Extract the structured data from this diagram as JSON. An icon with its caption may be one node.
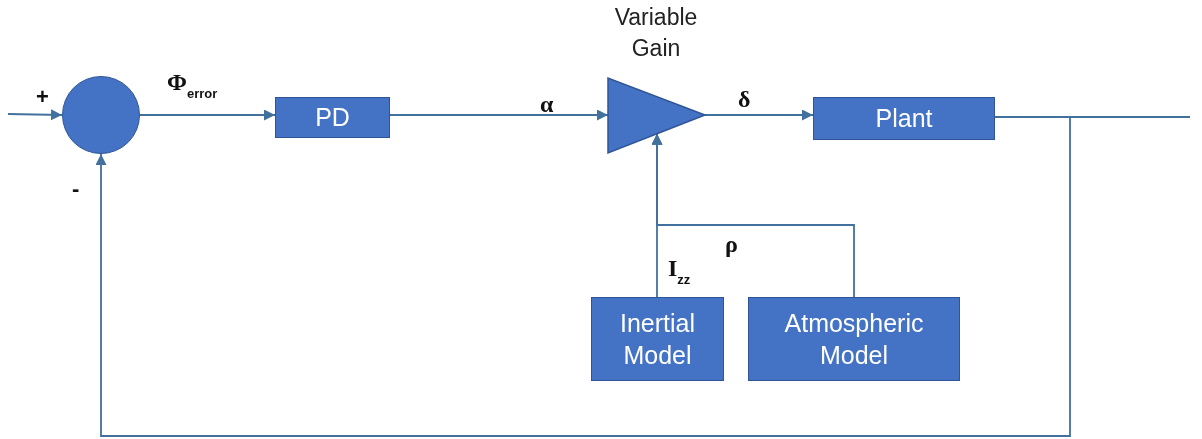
{
  "diagram": {
    "nodes": [
      {
        "text": [],
        "shape": "circle"
      },
      {
        "text": [
          "PD"
        ]
      },
      {
        "text": [
          "Variable Gain"
        ]
      },
      {
        "text": [
          "Plant"
        ]
      },
      {
        "text": [
          "Inertial Model"
        ]
      },
      {
        "text": [
          "Atmospheric Model"
        ]
      }
    ],
    "edges": [
      {
        "from": null,
        "to": 0,
        "arrow": "to"
      },
      {
        "from": 0,
        "to": 1,
        "arrow": "to",
        "label": "Φ$_{error}$"
      },
      {
        "from": 1,
        "to": 2,
        "arrow": "to",
        "label": "α"
      },
      {
        "from": 2,
        "to": 3,
        "arrow": "to",
        "label": "δ"
      },
      {
        "from": 3,
        "to": null,
        "arrow": "none"
      },
      {
        "from": 3,
        "to": 0,
        "arrow": "to"
      },
      {
        "from": 4,
        "to": 2,
        "arrow": "to",
        "label": "I$_{zz}$"
      },
      {
        "from": 5,
        "to": 2,
        "arrow": "to",
        "label": "ρ"
      }
    ],
    "labels": [
      "+",
      "-"
    ]
  }
}
